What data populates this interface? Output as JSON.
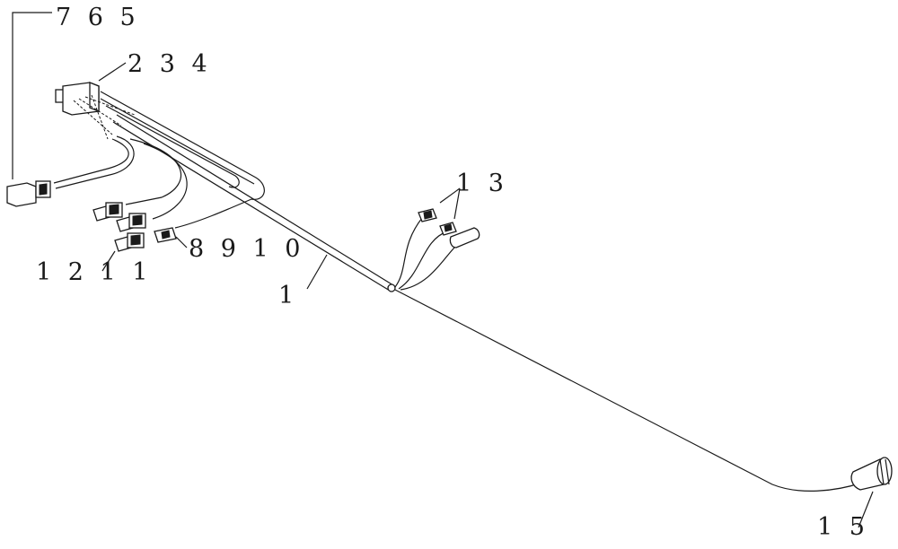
{
  "labels": {
    "l765": "7 6 5",
    "l234": "2 3 4",
    "l13": "1 3",
    "l8910": "8 9 1 0",
    "l1211": "1 2 1 1",
    "l1": "1",
    "l15": "1 5"
  },
  "colors": {
    "ink": "#1a1a1a",
    "paper": "#ffffff"
  }
}
